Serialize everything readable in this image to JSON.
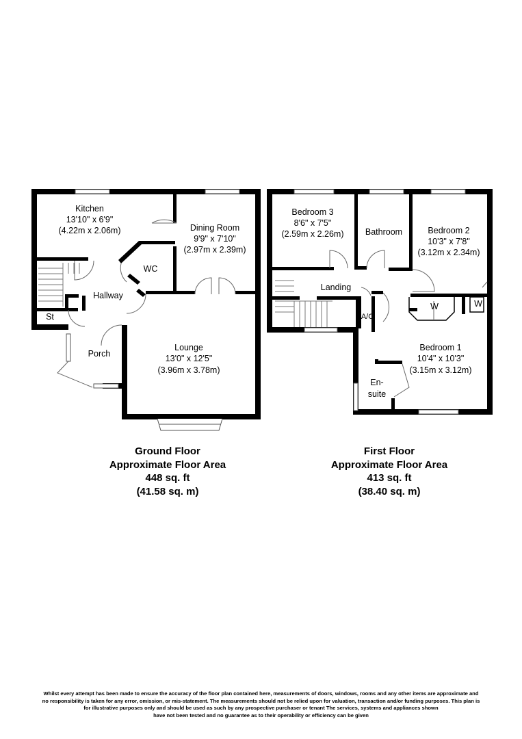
{
  "ground_floor": {
    "rooms": {
      "kitchen": {
        "name": "Kitchen",
        "size_imperial": "13'10\" x 6'9\"",
        "size_metric": "(4.22m x 2.06m)"
      },
      "dining_room": {
        "name": "Dining Room",
        "size_imperial": "9'9\" x 7'10\"",
        "size_metric": "(2.97m x 2.39m)"
      },
      "wc": {
        "name": "WC"
      },
      "hallway": {
        "name": "Hallway"
      },
      "store": {
        "name": "St"
      },
      "porch": {
        "name": "Porch"
      },
      "lounge": {
        "name": "Lounge",
        "size_imperial": "13'0\" x 12'5\"",
        "size_metric": "(3.96m x 3.78m)"
      }
    },
    "caption": {
      "title": "Ground Floor",
      "subtitle": "Approximate Floor Area",
      "area_sqft": "448 sq. ft",
      "area_sqm": "(41.58 sq. m)"
    }
  },
  "first_floor": {
    "rooms": {
      "bedroom3": {
        "name": "Bedroom 3",
        "size_imperial": "8'6\" x 7'5\"",
        "size_metric": "(2.59m x 2.26m)"
      },
      "bathroom": {
        "name": "Bathroom"
      },
      "bedroom2": {
        "name": "Bedroom 2",
        "size_imperial": "10'3\" x 7'8\"",
        "size_metric": "(3.12m x 2.34m)"
      },
      "landing": {
        "name": "Landing"
      },
      "airing_cupboard": {
        "name": "A/C"
      },
      "wardrobe": {
        "name": "W"
      },
      "wardrobe2": {
        "name": "W"
      },
      "bedroom1": {
        "name": "Bedroom 1",
        "size_imperial": "10'4\" x 10'3\"",
        "size_metric": "(3.15m x 3.12m)"
      },
      "ensuite": {
        "name_line1": "En-",
        "name_line2": "suite"
      }
    },
    "caption": {
      "title": "First Floor",
      "subtitle": "Approximate Floor Area",
      "area_sqft": "413 sq. ft",
      "area_sqm": "(38.40 sq. m)"
    }
  },
  "disclaimer": {
    "line1": "Whilst every attempt has been made to ensure the accuracy of the floor plan contained here, measurements of doors, windows, rooms and any other items are approximate and",
    "line2": "no responsibility is taken for any error, omission, or mis-statement. The measurements should not be relied upon for valuation, transaction and/or funding purposes. This plan is",
    "line3": "for illustrative purposes only and should be used as such by any prospective purchaser or tenant The services, systems and appliances shown",
    "line4": "have not been tested and no guarantee as to their operability or efficiency can be given"
  },
  "colors": {
    "wall": "#000000",
    "background": "#ffffff",
    "window": "#9a9a9a"
  }
}
